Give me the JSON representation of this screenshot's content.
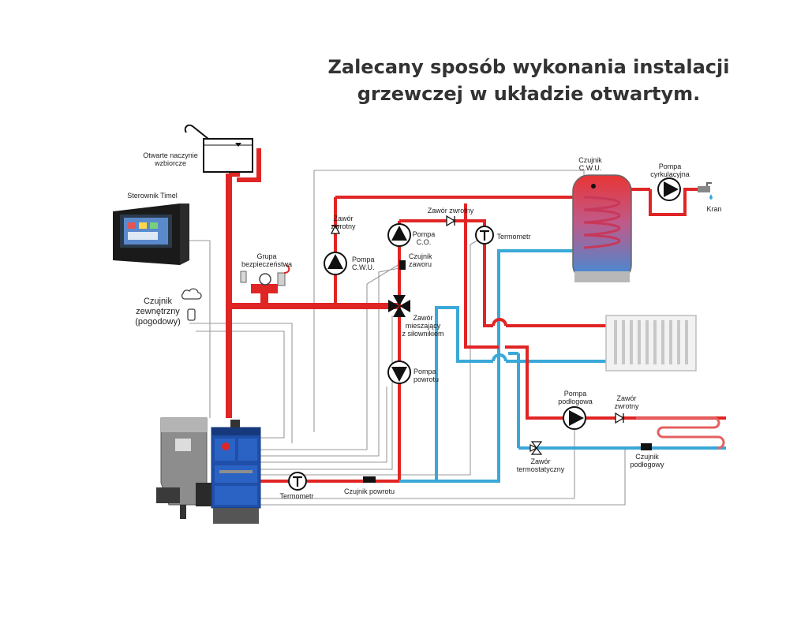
{
  "title": {
    "line1": "Zalecany sposób wykonania instalacji",
    "line2": "grzewczej w układzie otwartym."
  },
  "labels": {
    "expansion_vessel": [
      "Otwarte naczynie",
      "wzbiorcze"
    ],
    "controller": "Sterownik Timel",
    "outdoor_sensor": [
      "Czujnik",
      "zewnętrzny",
      "(pogodowy)"
    ],
    "safety_group": [
      "Grupa",
      "bezpieczeństwa"
    ],
    "check_valve_left": [
      "Zawór",
      "zwrotny"
    ],
    "pump_dhw": [
      "Pompa",
      "C.W.U."
    ],
    "pump_ch": [
      "Pompa",
      "C.O."
    ],
    "valve_sensor": [
      "Czujnik",
      "zaworu"
    ],
    "check_valve_top": "Zawór zwrotny",
    "thermometer_top": "Termometr",
    "mixing_valve": [
      "Zawór",
      "mieszający",
      "z siłownikiem"
    ],
    "return_pump": [
      "Pompa",
      "powrotu"
    ],
    "thermometer_bottom": "Termometr",
    "return_sensor": "Czujnik powrotu",
    "dhw_sensor": [
      "Czujnik",
      "C.W.U."
    ],
    "circulation_pump": [
      "Pompa",
      "cyrkulacyjna"
    ],
    "tap": "Kran",
    "floor_pump": [
      "Pompa",
      "podłogowa"
    ],
    "check_valve_floor": [
      "Zawór",
      "zwrotny"
    ],
    "thermostatic_valve": [
      "Zawór",
      "termostatyczny"
    ],
    "floor_sensor": [
      "Czujnik",
      "podłogowy"
    ]
  },
  "colors": {
    "supply": "#e02525",
    "return": "#3aa8d8",
    "wire": "#9a9a9a",
    "boiler_blue": "#1f4fa8",
    "title": "#333333"
  },
  "icons": {
    "pump": "pump-icon",
    "thermometer": "thermometer-icon",
    "check_valve": "check-valve-icon",
    "mixing_valve": "mixing-valve-icon",
    "radiator": "radiator-icon",
    "tank": "dhw-tank-icon",
    "boiler": "boiler-icon"
  }
}
